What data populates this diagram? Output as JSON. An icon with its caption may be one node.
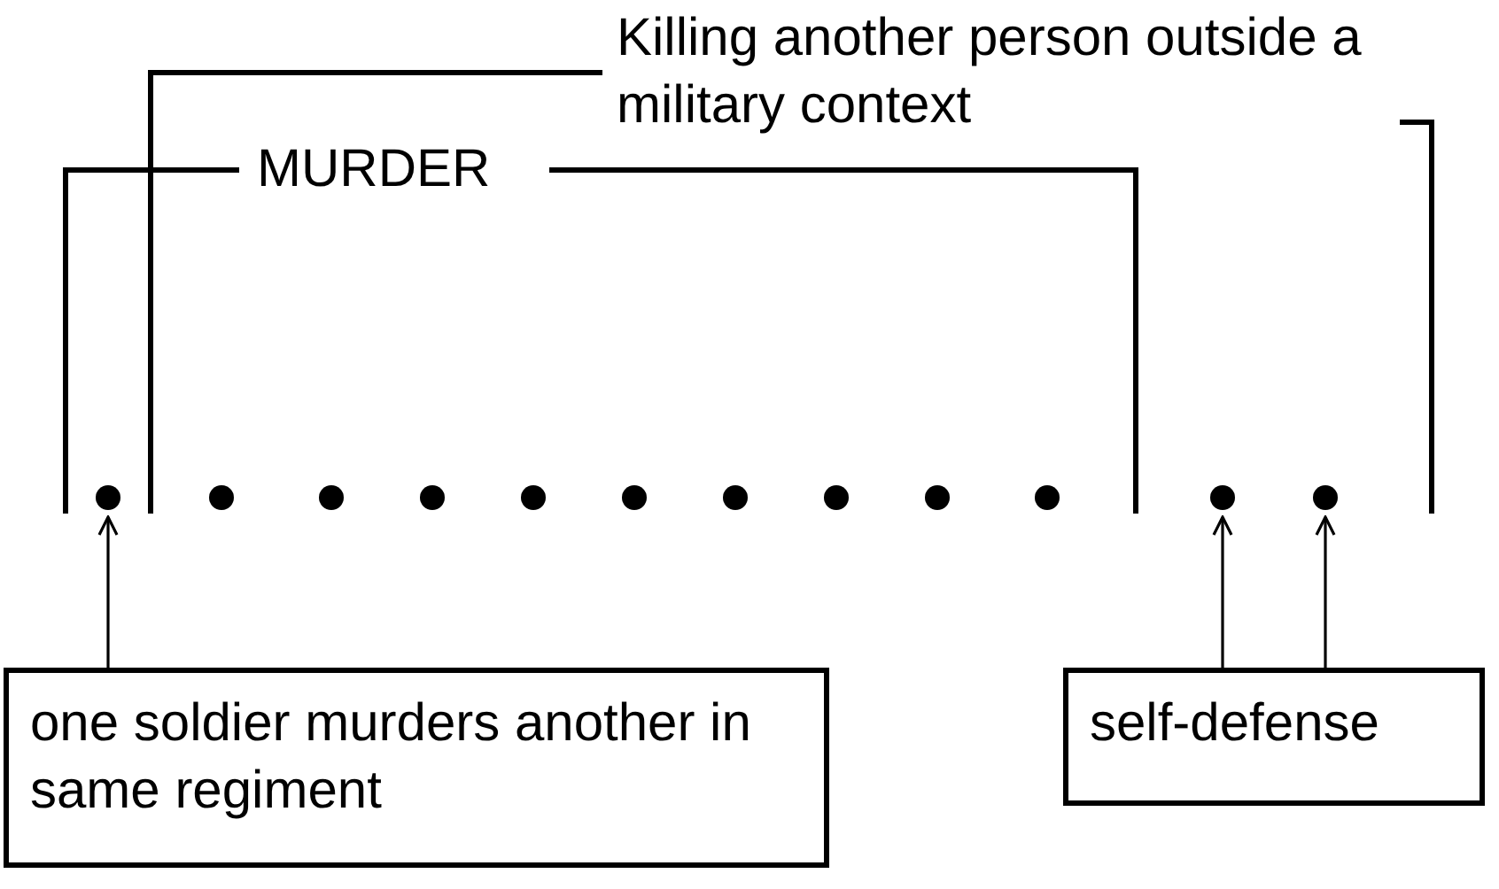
{
  "diagram": {
    "nodes": [
      {
        "text": [],
        "shape": "circle"
      },
      {
        "text": [],
        "shape": "circle"
      },
      {
        "text": [],
        "shape": "circle"
      },
      {
        "text": [],
        "shape": "circle"
      },
      {
        "text": [],
        "shape": "circle"
      },
      {
        "text": [],
        "shape": "circle"
      },
      {
        "text": [],
        "shape": "circle"
      },
      {
        "text": [],
        "shape": "circle"
      },
      {
        "text": [],
        "shape": "circle"
      },
      {
        "text": [],
        "shape": "circle"
      },
      {
        "text": [],
        "shape": "circle"
      },
      {
        "text": [],
        "shape": "circle"
      },
      {
        "text": [
          "one soldier murders another in same regiment"
        ]
      },
      {
        "text": [
          "self-defense"
        ]
      }
    ],
    "edges": [
      {
        "from": 12,
        "to": 0,
        "arrow": "to"
      },
      {
        "from": 13,
        "to": 10,
        "arrow": "to"
      },
      {
        "from": 13,
        "to": 11,
        "arrow": "to"
      }
    ],
    "labels": [
      "Killing another person outside a military context",
      "MURDER"
    ]
  }
}
